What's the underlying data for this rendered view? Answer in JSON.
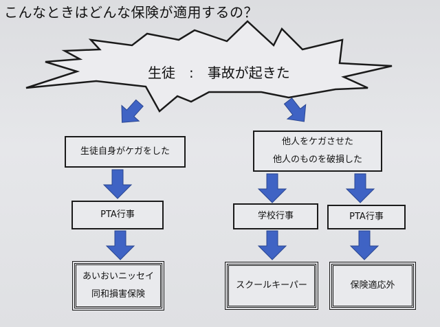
{
  "title": "こんなときはどんな保険が適用するの？",
  "burst": {
    "text": "生徒　:　事故が起きた"
  },
  "left": {
    "case": "生徒自身がケガをした",
    "event": "PTA行事",
    "insurer": [
      "あいおいニッセイ",
      "同和損害保険"
    ]
  },
  "right": {
    "case": [
      "他人をケガさせた",
      "他人のものを破損した"
    ],
    "middle": {
      "event": "学校行事",
      "result": "スクールキーパー"
    },
    "far": {
      "event": "PTA行事",
      "result": "保険適応外"
    }
  },
  "colors": {
    "arrow": "#3f63c4",
    "arrow_stroke": "#2a4690",
    "border": "#1a1a1a"
  }
}
